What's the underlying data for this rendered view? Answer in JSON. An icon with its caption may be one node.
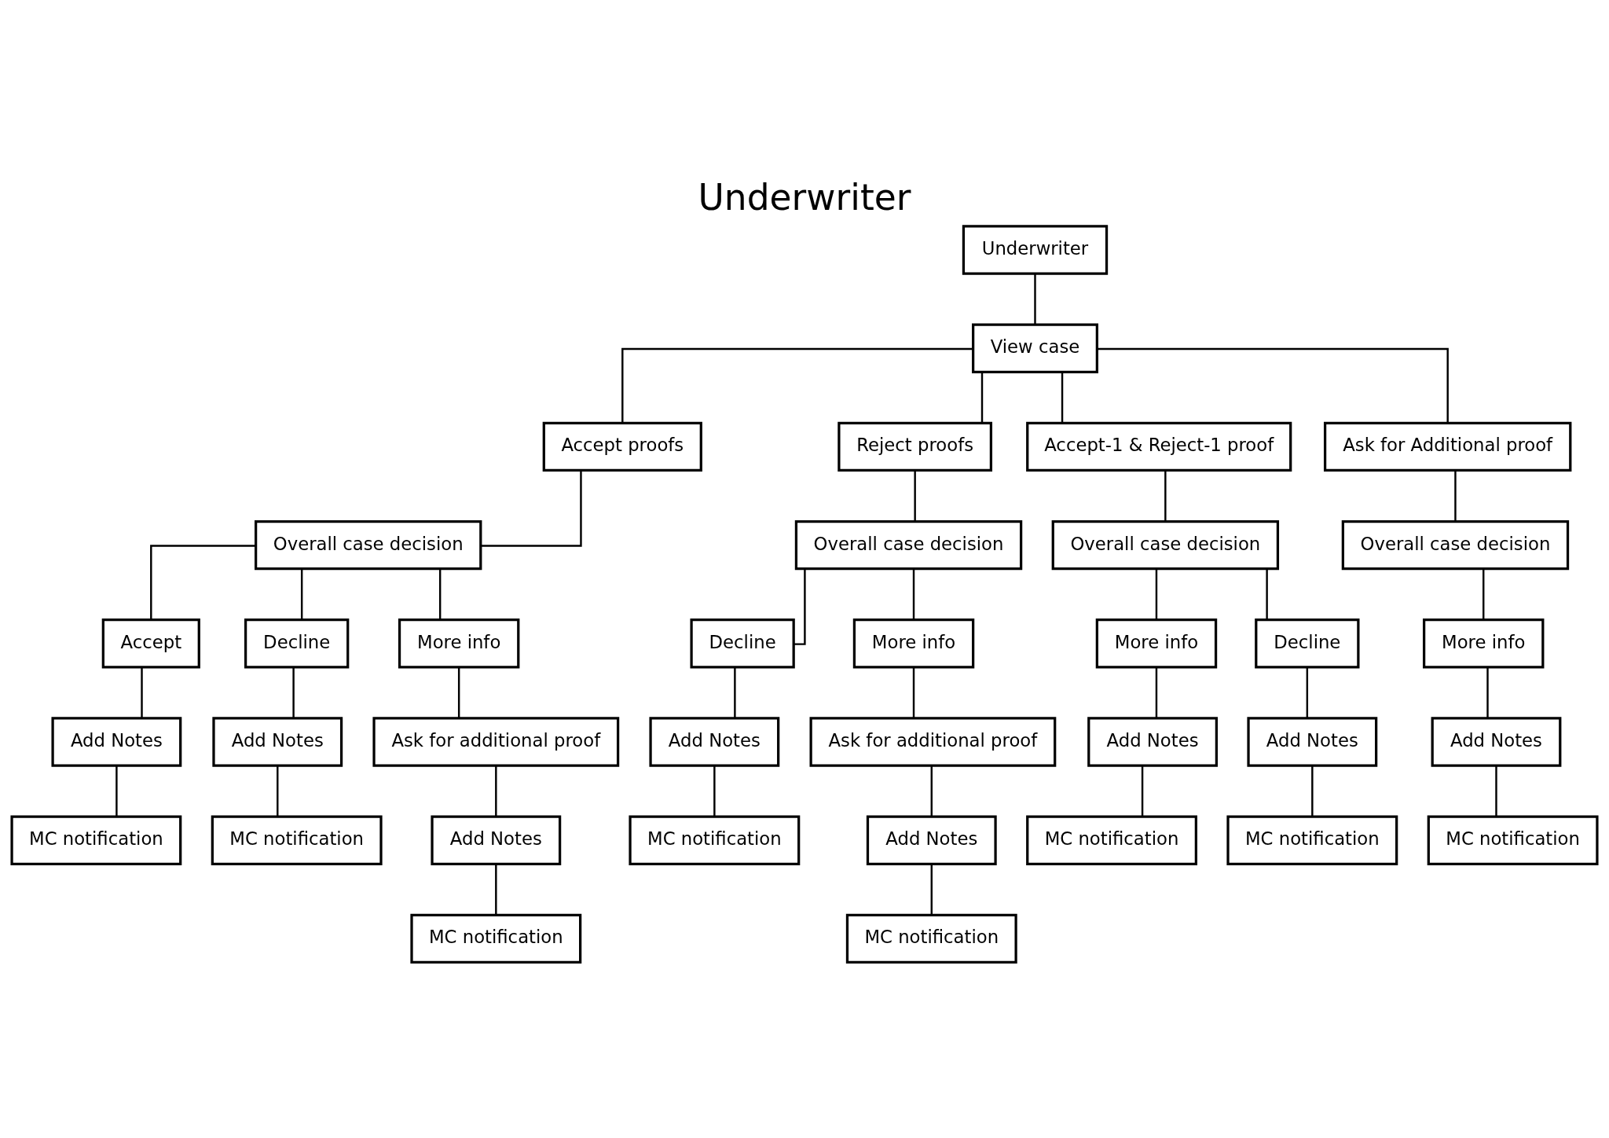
{
  "diagram": {
    "title": "Underwriter",
    "nodes": [
      {
        "text": [
          "Underwriter"
        ]
      },
      {
        "text": [
          "View case"
        ]
      },
      {
        "text": [
          "Accept proofs"
        ]
      },
      {
        "text": [
          "Reject proofs"
        ]
      },
      {
        "text": [
          "Accept-1 & Reject-1 proof"
        ]
      },
      {
        "text": [
          "Ask for Additional proof"
        ]
      },
      {
        "text": [
          "Overall case decision"
        ]
      },
      {
        "text": [
          "Overall case decision"
        ]
      },
      {
        "text": [
          "Overall case decision"
        ]
      },
      {
        "text": [
          "Overall case decision"
        ]
      },
      {
        "text": [
          "Accept"
        ]
      },
      {
        "text": [
          "Decline"
        ]
      },
      {
        "text": [
          "More info"
        ]
      },
      {
        "text": [
          "Decline"
        ]
      },
      {
        "text": [
          "More info"
        ]
      },
      {
        "text": [
          "More info"
        ]
      },
      {
        "text": [
          "Decline"
        ]
      },
      {
        "text": [
          "More info"
        ]
      },
      {
        "text": [
          "Add Notes"
        ]
      },
      {
        "text": [
          "Add Notes"
        ]
      },
      {
        "text": [
          "Ask for additional proof"
        ]
      },
      {
        "text": [
          "Add Notes"
        ]
      },
      {
        "text": [
          "Ask for additional proof"
        ]
      },
      {
        "text": [
          "Add Notes"
        ]
      },
      {
        "text": [
          "Add Notes"
        ]
      },
      {
        "text": [
          "Add Notes"
        ]
      },
      {
        "text": [
          "MC notification"
        ]
      },
      {
        "text": [
          "MC notification"
        ]
      },
      {
        "text": [
          "Add Notes"
        ]
      },
      {
        "text": [
          "MC notification"
        ]
      },
      {
        "text": [
          "Add Notes"
        ]
      },
      {
        "text": [
          "MC notification"
        ]
      },
      {
        "text": [
          "MC notification"
        ]
      },
      {
        "text": [
          "MC notification"
        ]
      },
      {
        "text": [
          "MC notification"
        ]
      },
      {
        "text": [
          "MC notification"
        ]
      }
    ],
    "edges": [
      {
        "from": 0,
        "to": 1,
        "arrow": "none"
      },
      {
        "from": 1,
        "to": 2,
        "arrow": "none"
      },
      {
        "from": 1,
        "to": 3,
        "arrow": "none"
      },
      {
        "from": 1,
        "to": 4,
        "arrow": "none"
      },
      {
        "from": 1,
        "to": 5,
        "arrow": "none"
      },
      {
        "from": 2,
        "to": 6,
        "arrow": "none"
      },
      {
        "from": 3,
        "to": 7,
        "arrow": "none"
      },
      {
        "from": 4,
        "to": 8,
        "arrow": "none"
      },
      {
        "from": 5,
        "to": 9,
        "arrow": "none"
      },
      {
        "from": 6,
        "to": 10,
        "arrow": "none"
      },
      {
        "from": 6,
        "to": 11,
        "arrow": "none"
      },
      {
        "from": 6,
        "to": 12,
        "arrow": "none"
      },
      {
        "from": 7,
        "to": 13,
        "arrow": "none"
      },
      {
        "from": 7,
        "to": 14,
        "arrow": "none"
      },
      {
        "from": 8,
        "to": 15,
        "arrow": "none"
      },
      {
        "from": 8,
        "to": 16,
        "arrow": "none"
      },
      {
        "from": 9,
        "to": 17,
        "arrow": "none"
      },
      {
        "from": 10,
        "to": 18,
        "arrow": "none"
      },
      {
        "from": 11,
        "to": 19,
        "arrow": "none"
      },
      {
        "from": 12,
        "to": 20,
        "arrow": "none"
      },
      {
        "from": 13,
        "to": 21,
        "arrow": "none"
      },
      {
        "from": 14,
        "to": 22,
        "arrow": "none"
      },
      {
        "from": 15,
        "to": 23,
        "arrow": "none"
      },
      {
        "from": 16,
        "to": 24,
        "arrow": "none"
      },
      {
        "from": 17,
        "to": 25,
        "arrow": "none"
      },
      {
        "from": 18,
        "to": 26,
        "arrow": "none"
      },
      {
        "from": 19,
        "to": 27,
        "arrow": "none"
      },
      {
        "from": 20,
        "to": 28,
        "arrow": "none"
      },
      {
        "from": 21,
        "to": 29,
        "arrow": "none"
      },
      {
        "from": 22,
        "to": 30,
        "arrow": "none"
      },
      {
        "from": 23,
        "to": 31,
        "arrow": "none"
      },
      {
        "from": 24,
        "to": 32,
        "arrow": "none"
      },
      {
        "from": 25,
        "to": 33,
        "arrow": "none"
      },
      {
        "from": 28,
        "to": 34,
        "arrow": "none"
      },
      {
        "from": 30,
        "to": 35,
        "arrow": "none"
      }
    ]
  }
}
